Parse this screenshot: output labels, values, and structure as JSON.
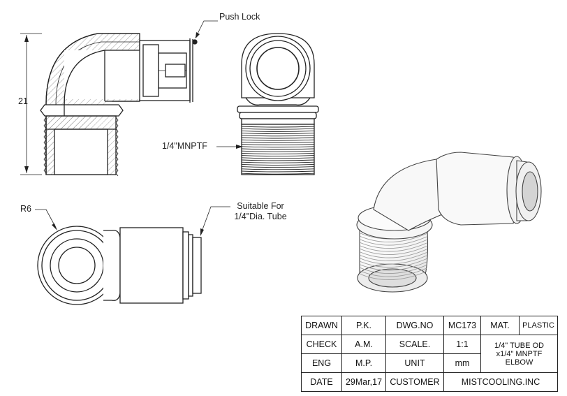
{
  "labels": {
    "push_lock": "Push Lock",
    "dimension_21": "21",
    "thread": "1/4\"MNPTF",
    "radius": "R6",
    "suitable_line1": "Suitable For",
    "suitable_line2": "1/4\"Dia. Tube"
  },
  "title_block": {
    "drawn_label": "DRAWN",
    "drawn_value": "P.K.",
    "dwg_no_label": "DWG.NO",
    "dwg_no_value": "MC173",
    "mat_label": "MAT.",
    "mat_value": "PLASTIC",
    "check_label": "CHECK",
    "check_value": "A.M.",
    "scale_label": "SCALE.",
    "scale_value": "1:1",
    "eng_label": "ENG",
    "eng_value": "M.P.",
    "unit_label": "UNIT",
    "unit_value": "mm",
    "date_label": "DATE",
    "date_value": "29Mar,17",
    "customer_label": "CUSTOMER",
    "customer_value": "MISTCOOLING.INC",
    "description_line1": "1/4\" TUBE OD",
    "description_line2": "x1/4\" MNPTF",
    "description_line3": "ELBOW"
  }
}
